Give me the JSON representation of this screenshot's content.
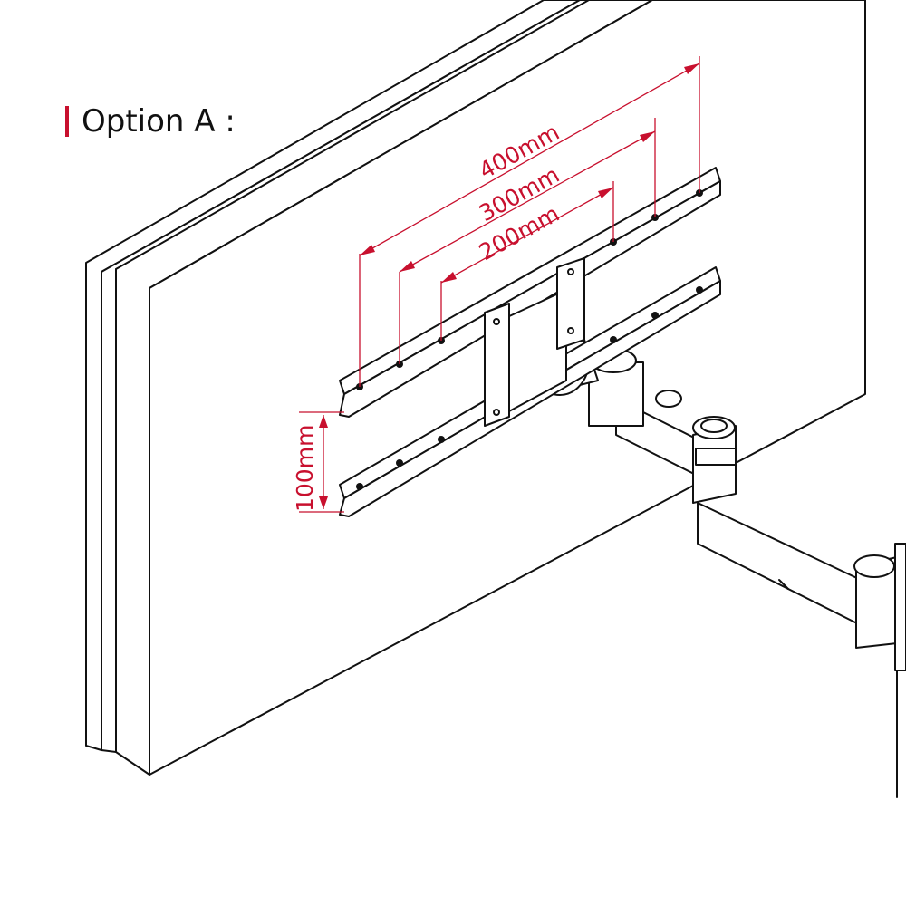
{
  "title": "Option A :",
  "dimensions": {
    "d400": "400mm",
    "d300": "300mm",
    "d200": "200mm",
    "d100": "100mm"
  },
  "colors": {
    "accent": "#c8102e",
    "line": "#111111"
  }
}
